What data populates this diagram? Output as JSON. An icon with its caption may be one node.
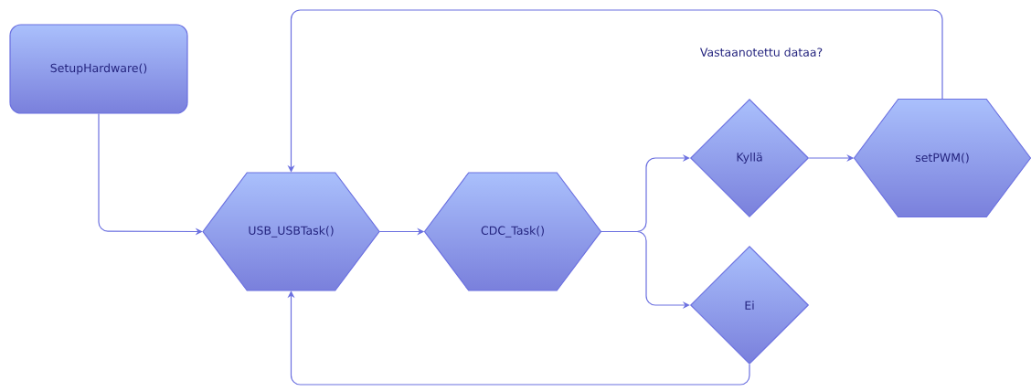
{
  "diagram": {
    "nodes": [
      {
        "text": [
          "SetupHardware()"
        ]
      },
      {
        "text": [
          "USB_USBTask()"
        ]
      },
      {
        "text": [
          "CDC_Task()"
        ]
      },
      {
        "text": [
          "Kyllä"
        ]
      },
      {
        "text": [
          "setPWM()"
        ]
      },
      {
        "text": [
          "Ei"
        ]
      }
    ],
    "edges": [
      {
        "from": 0,
        "to": 1,
        "arrow": "to"
      },
      {
        "from": 1,
        "to": 2,
        "arrow": "to"
      },
      {
        "from": 2,
        "to": 3,
        "arrow": "to"
      },
      {
        "from": 2,
        "to": 5,
        "arrow": "to"
      },
      {
        "from": 3,
        "to": 4,
        "arrow": "to"
      },
      {
        "from": 4,
        "to": 1,
        "arrow": "to"
      },
      {
        "from": 5,
        "to": 1,
        "arrow": "to"
      }
    ],
    "labels": [
      "Vastaanotettu dataa?"
    ]
  }
}
